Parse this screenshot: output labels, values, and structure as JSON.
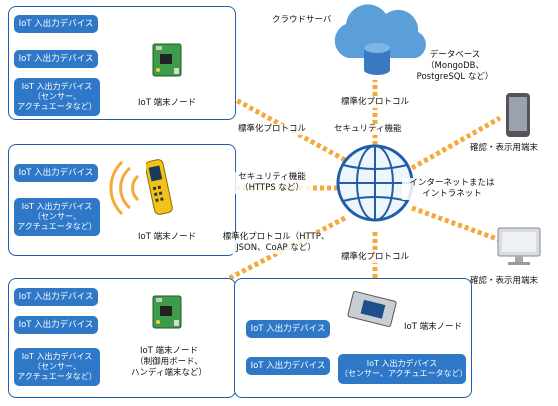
{
  "groups": {
    "top_left": {
      "devices": [
        "IoT 入出力デバイス",
        "IoT 入出力デバイス",
        "IoT 入出力デバイス\n（センサー、\nアクチュエータなど）"
      ],
      "node_label": "IoT 端末ノード"
    },
    "mid_left": {
      "devices": [
        "IoT 入出力デバイス",
        "IoT 入出力デバイス\n（センサー、\nアクチュエータなど）"
      ],
      "node_label": "IoT 端末ノード"
    },
    "bottom_left": {
      "devices": [
        "IoT 入出力デバイス",
        "IoT 入出力デバイス",
        "IoT 入出力デバイス\n（センサー、\nアクチュエータなど）"
      ],
      "node_label": "IoT 端末ノード\n（制御用ボード、\nハンディ端末など）"
    },
    "bottom_right": {
      "devices": [
        "IoT 入出力デバイス",
        "IoT 入出力デバイス",
        "IoT 入出力デバイス\n（センサー、アクチュエータなど）"
      ],
      "node_label": "IoT 端末ノード"
    }
  },
  "labels": {
    "cloud_server": "クラウドサーバ",
    "database": "データベース\n（MongoDB、\nPostgreSQL など）",
    "protocol_top_cloud": "標準化プロトコル",
    "protocol_top_left": "標準化プロトコル",
    "security_top": "セキュリティ機能",
    "security_mid": "セキュリティ機能\n（HTTPS など）",
    "protocol_lower_left": "標準化プロトコル（HTTP、\nJSON、CoAP など）",
    "protocol_bottom": "標準化プロトコル",
    "internet": "インターネットまたは\nイントラネット",
    "confirm_top": "確認・表示用端末",
    "confirm_bottom": "確認・表示用端末"
  },
  "colors": {
    "link": "#f4a93a",
    "pill": "#2e78c7",
    "border": "#1f5fa8",
    "globe": "#1f5fa8",
    "cloud": "#5a9fd8"
  },
  "icons": [
    "cloud-icon",
    "database-icon",
    "globe-icon",
    "circuit-board-icon",
    "handheld-terminal-icon",
    "smartphone-icon",
    "monitor-icon",
    "wireless-signal-icon"
  ]
}
